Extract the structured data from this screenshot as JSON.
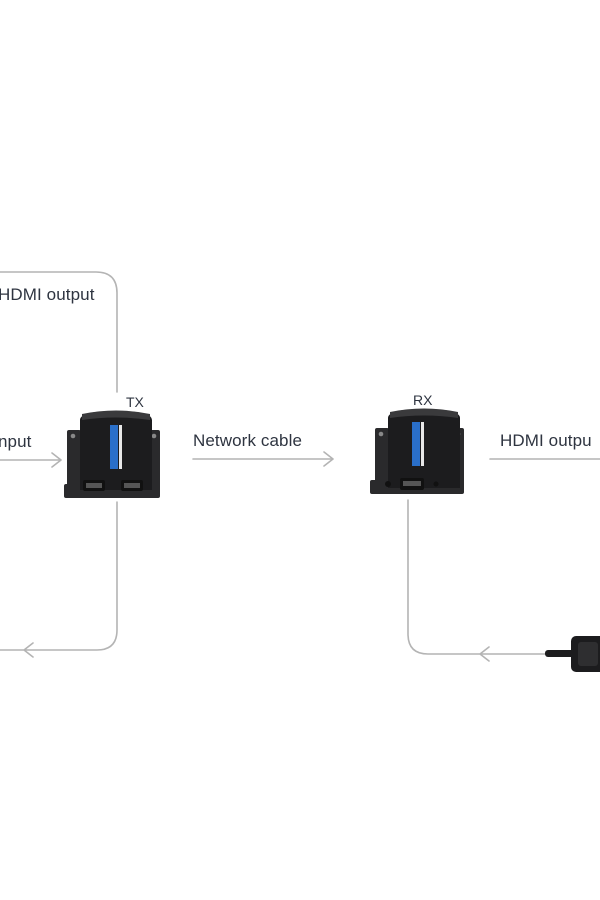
{
  "labels": {
    "tx_hdmi_output": "HDMI output",
    "tx_input": "nput",
    "tx_tag": "TX",
    "network_cable": "Network cable",
    "rx_tag": "RX",
    "rx_hdmi_output": "HDMI outpu"
  },
  "colors": {
    "line": "#b4b4b4",
    "device_body": "#1c1c1e",
    "device_panel": "#2a2a2c",
    "logo": "#2a6fc9",
    "text": "#2e3440"
  }
}
